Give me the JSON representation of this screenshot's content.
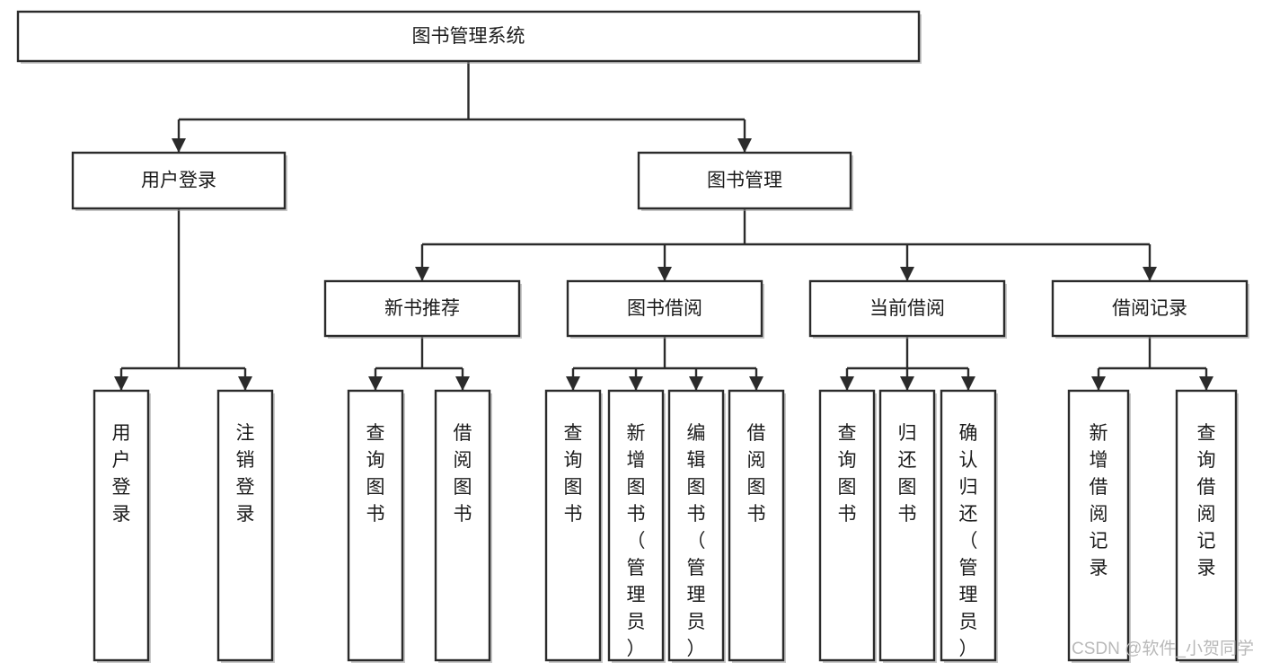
{
  "diagram": {
    "title": "图书管理系统",
    "type": "tree-hierarchy",
    "style": {
      "box_fill": "#ffffff",
      "box_stroke": "#2b2b2b",
      "text_color": "#1b1b1b",
      "connector_color": "#2b2b2b",
      "watermark_color": "#b9b9b9",
      "background": "#ffffff"
    },
    "nodes": {
      "root": {
        "label": "图书管理系统",
        "level": 0,
        "orientation": "horizontal"
      },
      "user_login": {
        "label": "用户登录",
        "level": 1,
        "orientation": "horizontal"
      },
      "book_manage": {
        "label": "图书管理",
        "level": 1,
        "orientation": "horizontal"
      },
      "new_book_rec": {
        "label": "新书推荐",
        "level": 2,
        "orientation": "horizontal"
      },
      "book_borrow": {
        "label": "图书借阅",
        "level": 2,
        "orientation": "horizontal"
      },
      "current_borrow": {
        "label": "当前借阅",
        "level": 2,
        "orientation": "horizontal"
      },
      "borrow_record": {
        "label": "借阅记录",
        "level": 2,
        "orientation": "horizontal"
      },
      "leaf_user_login": {
        "label": "用户登录",
        "level": 2,
        "orientation": "vertical"
      },
      "leaf_logout": {
        "label": "注销登录",
        "level": 2,
        "orientation": "vertical"
      },
      "leaf_query_book_1": {
        "label": "查询图书",
        "level": 3,
        "orientation": "vertical"
      },
      "leaf_borrow_book_1": {
        "label": "借阅图书",
        "level": 3,
        "orientation": "vertical"
      },
      "leaf_query_book_2": {
        "label": "查询图书",
        "level": 3,
        "orientation": "vertical"
      },
      "leaf_add_book": {
        "label": "新增图书（管理员）",
        "level": 3,
        "orientation": "vertical"
      },
      "leaf_edit_book": {
        "label": "编辑图书（管理员）",
        "level": 3,
        "orientation": "vertical"
      },
      "leaf_borrow_book_2": {
        "label": "借阅图书",
        "level": 3,
        "orientation": "vertical"
      },
      "leaf_query_book_3": {
        "label": "查询图书",
        "level": 3,
        "orientation": "vertical"
      },
      "leaf_return_book": {
        "label": "归还图书",
        "level": 3,
        "orientation": "vertical"
      },
      "leaf_confirm_return": {
        "label": "确认归还（管理员）",
        "level": 3,
        "orientation": "vertical"
      },
      "leaf_add_record": {
        "label": "新增借阅记录",
        "level": 3,
        "orientation": "vertical"
      },
      "leaf_query_record": {
        "label": "查询借阅记录",
        "level": 3,
        "orientation": "vertical"
      }
    },
    "edges": [
      {
        "from": "root",
        "to": "user_login"
      },
      {
        "from": "root",
        "to": "book_manage"
      },
      {
        "from": "user_login",
        "to": "leaf_user_login"
      },
      {
        "from": "user_login",
        "to": "leaf_logout"
      },
      {
        "from": "book_manage",
        "to": "new_book_rec"
      },
      {
        "from": "book_manage",
        "to": "book_borrow"
      },
      {
        "from": "book_manage",
        "to": "current_borrow"
      },
      {
        "from": "book_manage",
        "to": "borrow_record"
      },
      {
        "from": "new_book_rec",
        "to": "leaf_query_book_1"
      },
      {
        "from": "new_book_rec",
        "to": "leaf_borrow_book_1"
      },
      {
        "from": "book_borrow",
        "to": "leaf_query_book_2"
      },
      {
        "from": "book_borrow",
        "to": "leaf_add_book"
      },
      {
        "from": "book_borrow",
        "to": "leaf_edit_book"
      },
      {
        "from": "book_borrow",
        "to": "leaf_borrow_book_2"
      },
      {
        "from": "current_borrow",
        "to": "leaf_query_book_3"
      },
      {
        "from": "current_borrow",
        "to": "leaf_return_book"
      },
      {
        "from": "current_borrow",
        "to": "leaf_confirm_return"
      },
      {
        "from": "borrow_record",
        "to": "leaf_add_record"
      },
      {
        "from": "borrow_record",
        "to": "leaf_query_record"
      }
    ]
  },
  "watermark": {
    "text": "CSDN @软件_小贺同学"
  }
}
